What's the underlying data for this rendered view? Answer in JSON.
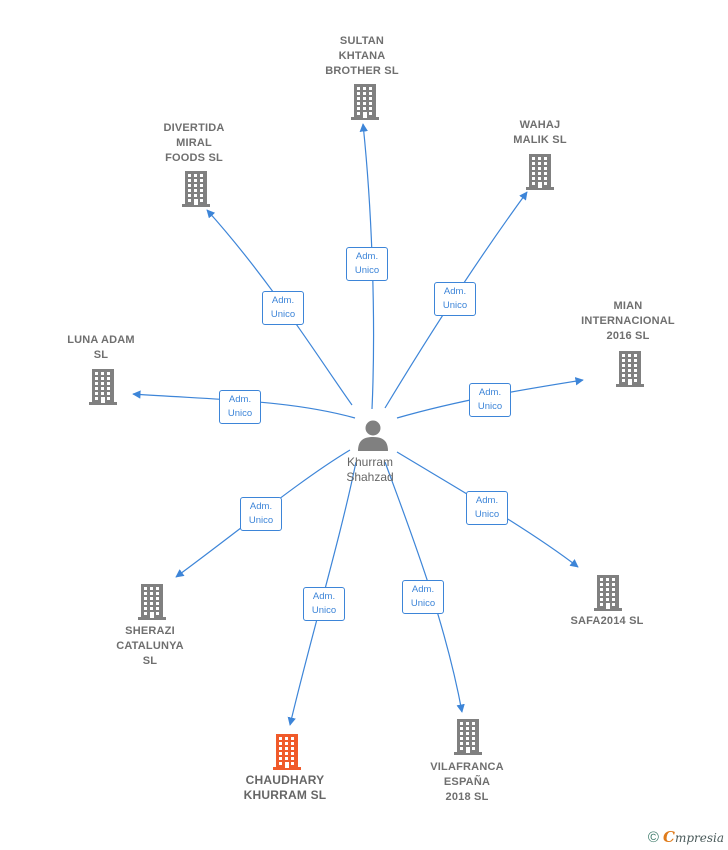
{
  "center": {
    "name": "Khurram\nShahzad"
  },
  "edge_label": {
    "line1": "Adm.",
    "line2": "Unico"
  },
  "companies": [
    {
      "id": "sultan",
      "name": "SULTAN\nKHTANA\nBROTHER  SL",
      "highlight": false
    },
    {
      "id": "divertida",
      "name": "DIVERTIDA\nMIRAL\nFOODS  SL",
      "highlight": false
    },
    {
      "id": "wahaj",
      "name": "WAHAJ\nMALIK  SL",
      "highlight": false
    },
    {
      "id": "mian",
      "name": "MIAN\nINTERNACIONAL\n2016  SL",
      "highlight": false
    },
    {
      "id": "luna",
      "name": "LUNA ADAM\nSL",
      "highlight": false
    },
    {
      "id": "sherazi",
      "name": "SHERAZI\nCATALUNYA\nSL",
      "highlight": false
    },
    {
      "id": "safa",
      "name": "SAFA2014  SL",
      "highlight": false
    },
    {
      "id": "chaudhary",
      "name": "CHAUDHARY\nKHURRAM  SL",
      "highlight": true
    },
    {
      "id": "vilafranca",
      "name": "VILAFRANCA\nESPAÑA\n2018  SL",
      "highlight": false
    }
  ],
  "colors": {
    "edge": "#3d85d8",
    "building": "#808080",
    "building_highlight": "#f05a2a",
    "person": "#808080"
  },
  "footer": {
    "copyright": "©",
    "brand_initial": "C",
    "brand_rest": "mpresia"
  }
}
